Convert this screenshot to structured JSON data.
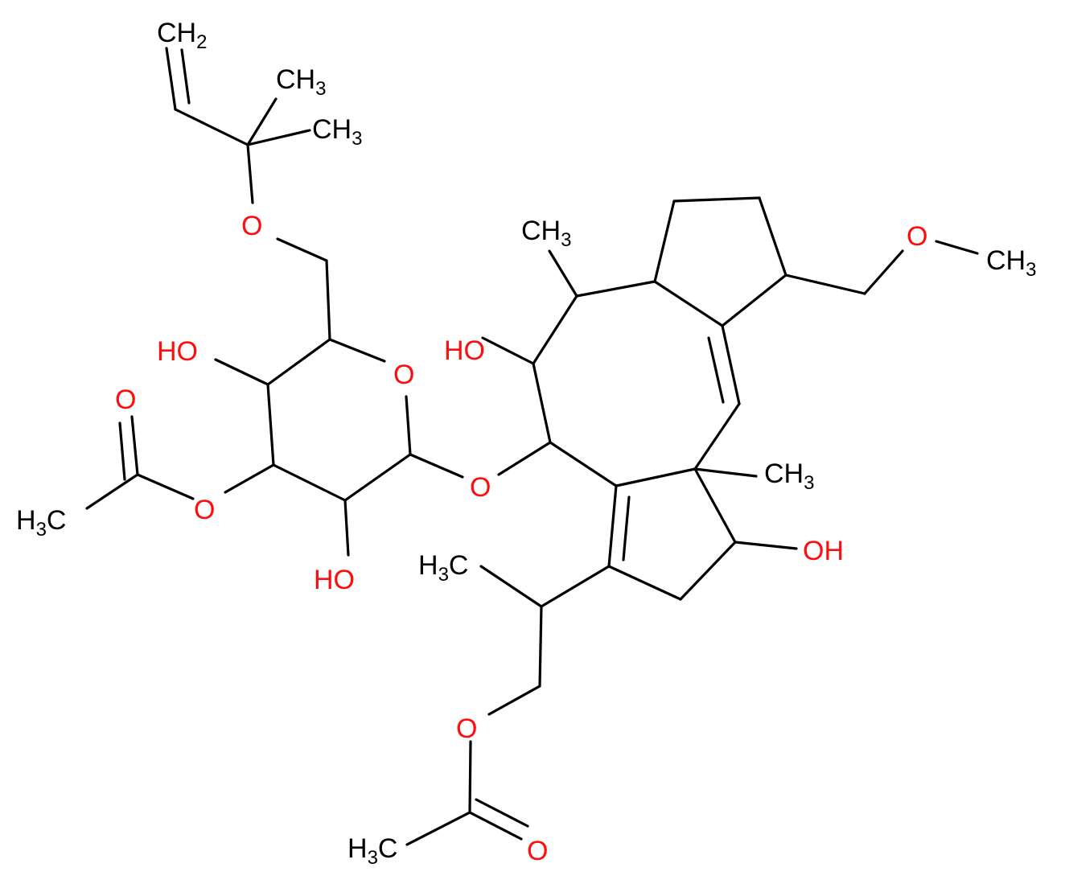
{
  "colors": {
    "oxygen": "#ff0d0d",
    "carbon": "#000000",
    "bond": "#000000",
    "background": "#ffffff"
  },
  "labels": {
    "vinyl_ch2": {
      "main": "CH",
      "sub": "2"
    },
    "gem_me_1": {
      "main": "CH",
      "sub": "3"
    },
    "gem_me_2": {
      "main": "CH",
      "sub": "3"
    },
    "ether_o": "O",
    "sugar_4_oh": "HO",
    "ring_o": "O",
    "carbonyl_o1": "O",
    "acetate_ester_o1": "O",
    "acetate_me1": {
      "pre": "H",
      "sub": "3",
      "post": "C"
    },
    "sugar_2_oh": "HO",
    "glycosidic_o": "O",
    "aglycone_oh_top": "HO",
    "ring_me_top": {
      "main": "CH",
      "sub": "3"
    },
    "methoxy_o": "O",
    "methoxy_me": {
      "main": "CH",
      "sub": "3"
    },
    "ring_me_fusion": {
      "main": "CH",
      "sub": "3"
    },
    "aglycone_oh_right": "OH",
    "side_me": {
      "pre": "H",
      "sub": "3",
      "post": "C"
    },
    "acetate_ester_o2": "O",
    "acetate_me2": {
      "pre": "H",
      "sub": "3",
      "post": "C"
    },
    "carbonyl_o2": "O"
  }
}
